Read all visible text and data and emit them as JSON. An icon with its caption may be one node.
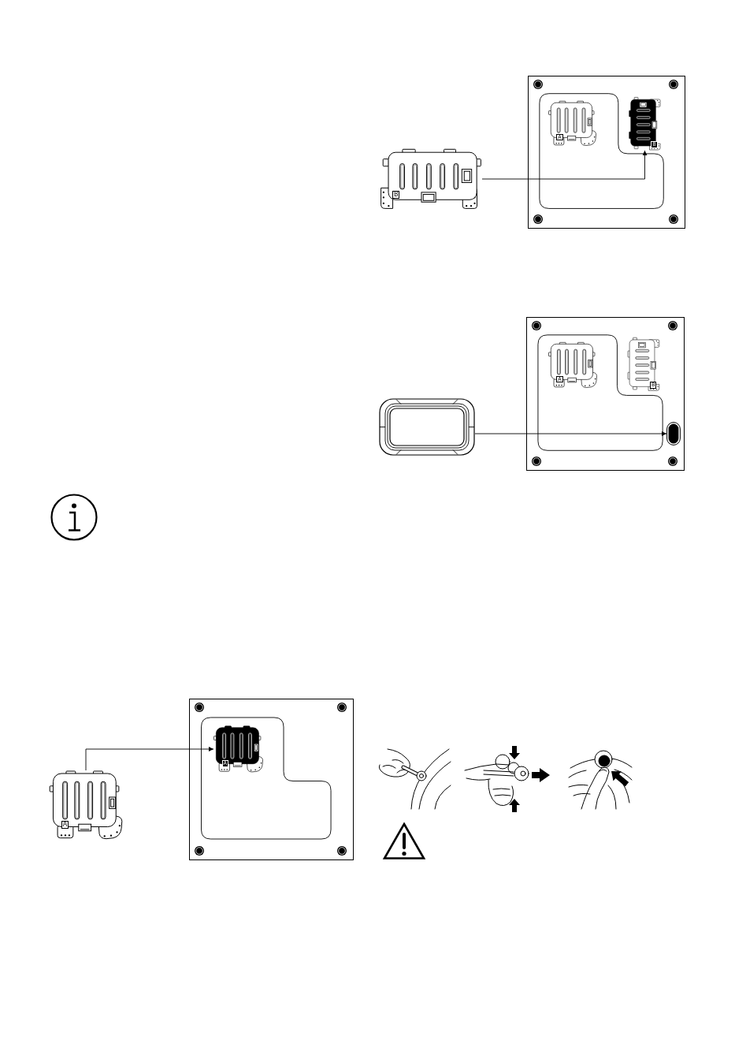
{
  "diagram": {
    "nodes": [
      {
        "text": [
          "B"
        ]
      },
      {
        "text": [],
        "shape": "box"
      },
      {
        "text": [
          "A"
        ],
        "in": 1
      },
      {
        "text": [
          "B"
        ],
        "in": 1
      },
      {
        "text": [],
        "shape": "picture"
      },
      {
        "text": [],
        "shape": "box"
      },
      {
        "text": [
          "A"
        ],
        "in": 5
      },
      {
        "text": [
          "B"
        ],
        "in": 5
      },
      {
        "text": [],
        "shape": "oval",
        "in": 5
      },
      {
        "text": [
          "A"
        ]
      },
      {
        "text": [],
        "shape": "box"
      },
      {
        "text": [
          "A"
        ],
        "in": 10
      }
    ],
    "edges": [
      {
        "from": 0,
        "to": 3,
        "arrow": "to"
      },
      {
        "from": 4,
        "to": 8,
        "arrow": "to"
      },
      {
        "from": 9,
        "to": 11,
        "arrow": "to"
      }
    ]
  }
}
